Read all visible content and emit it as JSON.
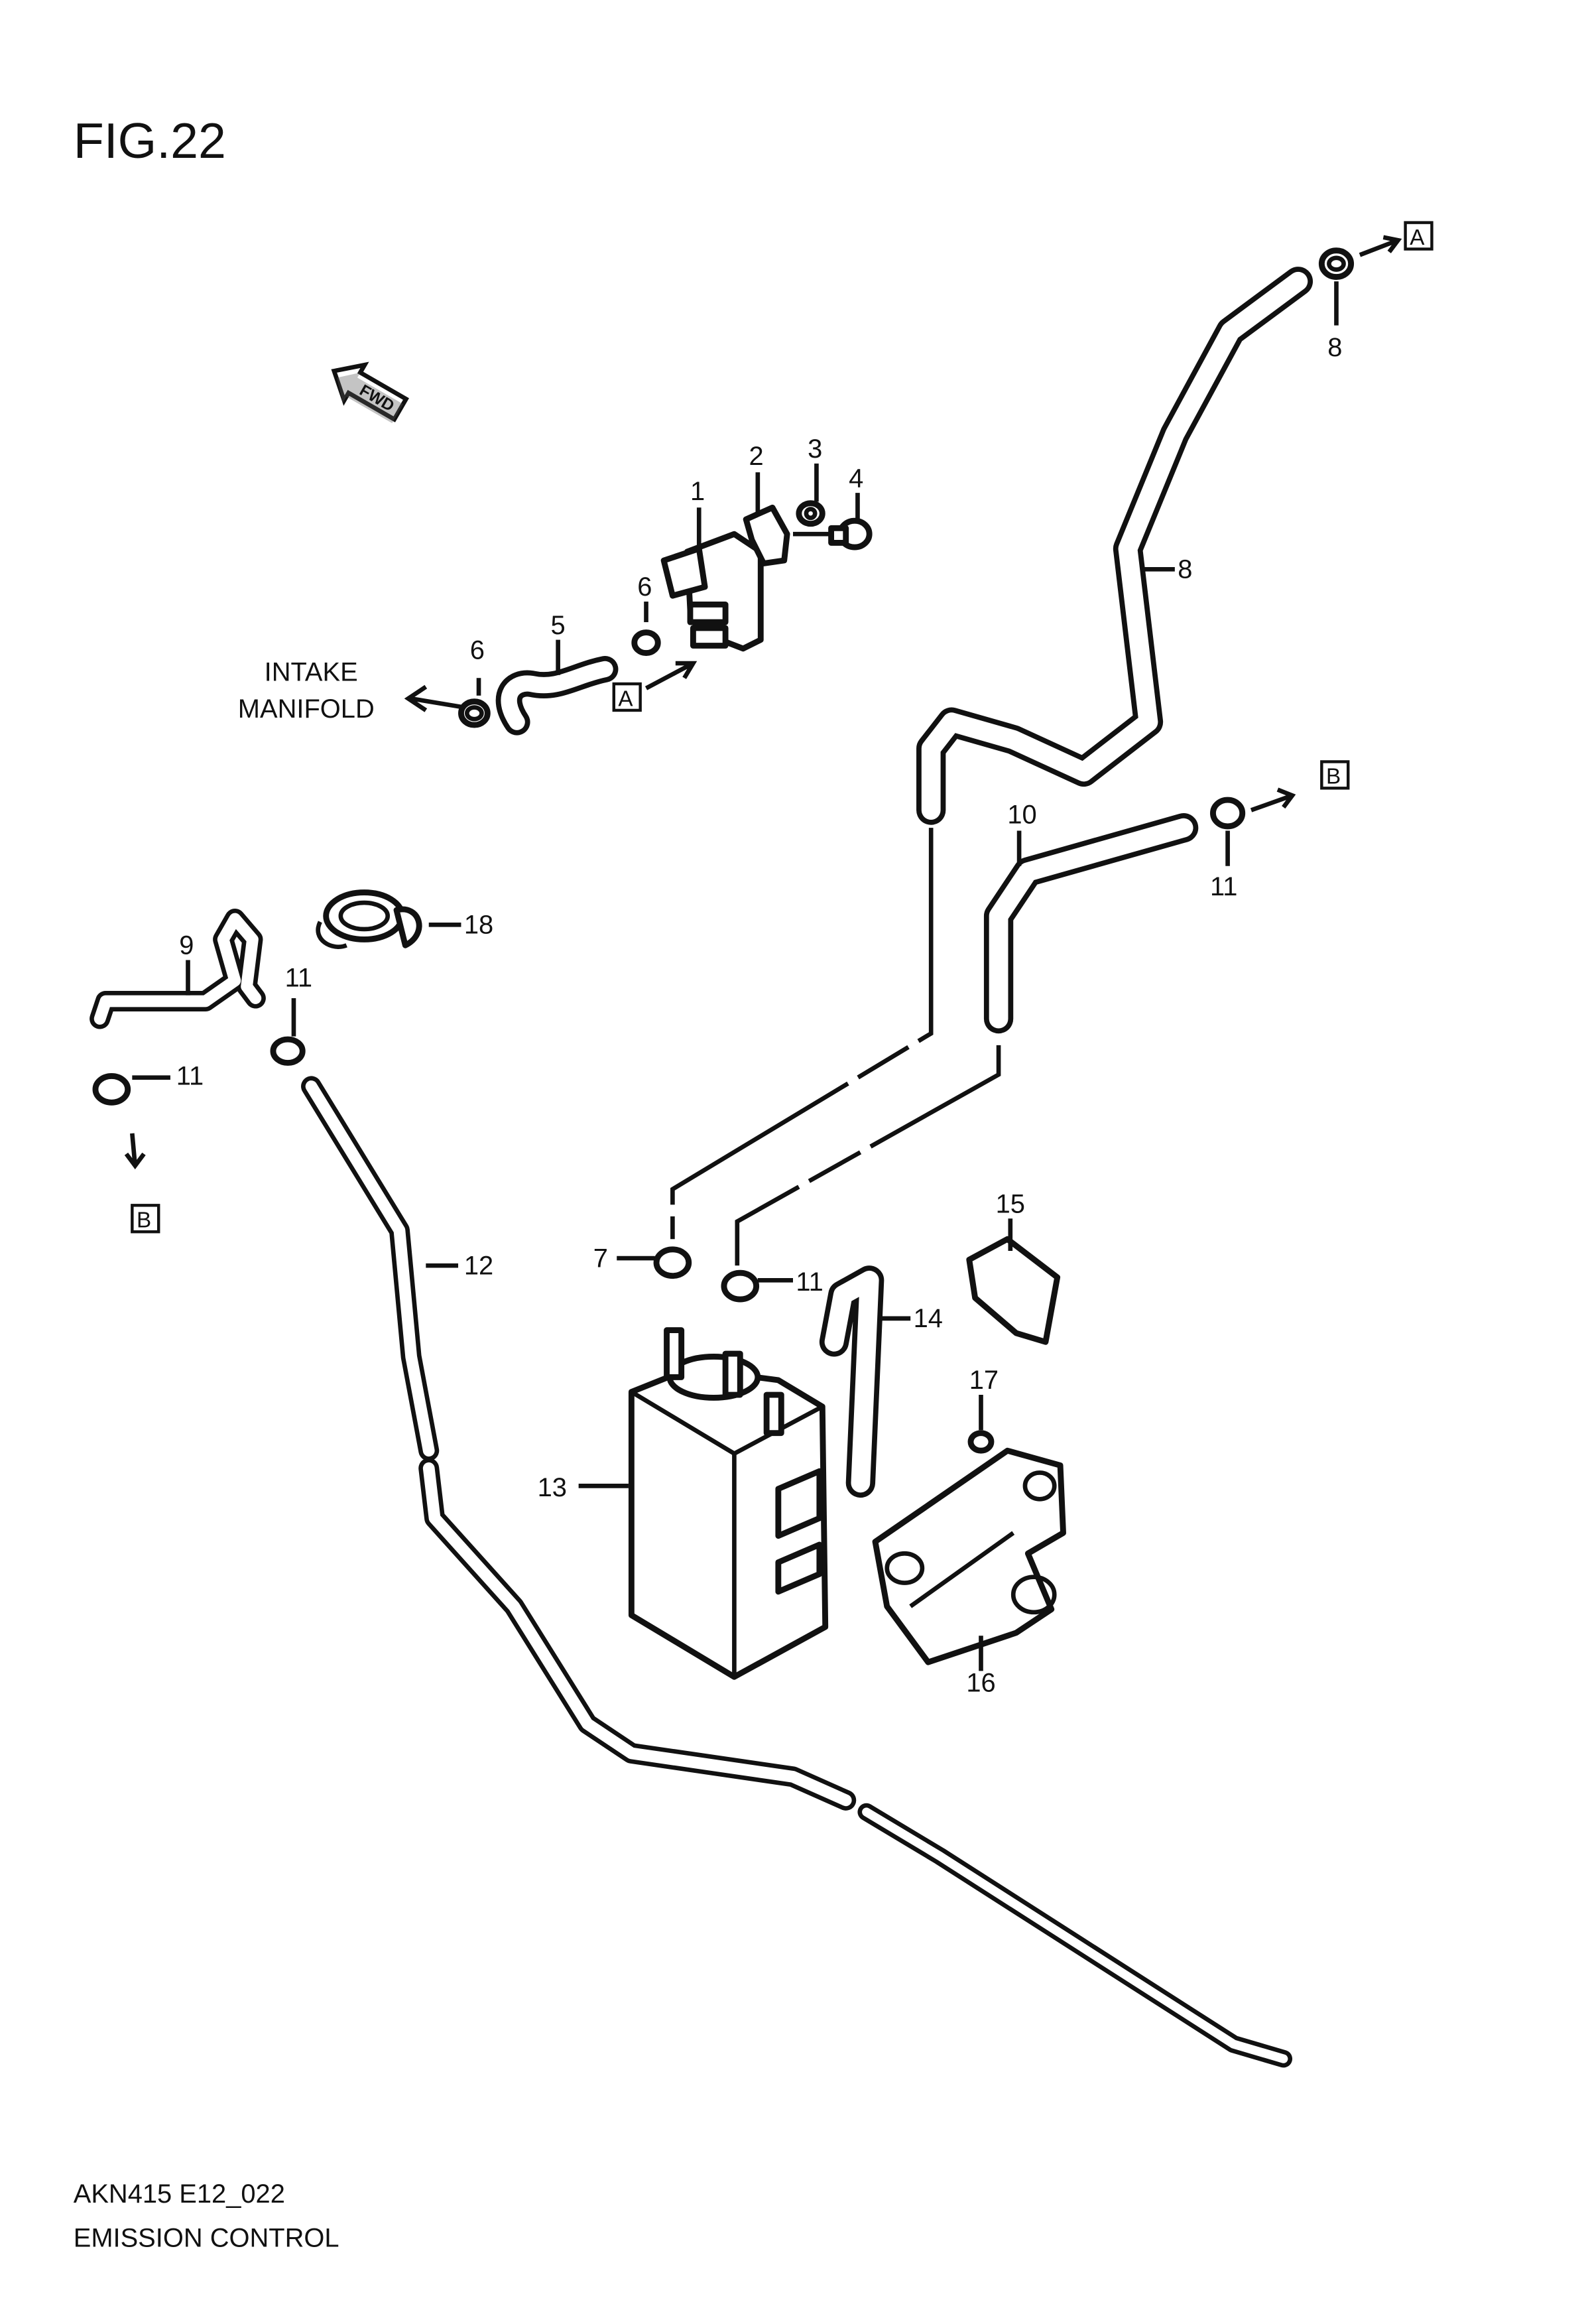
{
  "title": "FIG.22",
  "fwd_label": "FWD",
  "intake_label_line1": "INTAKE",
  "intake_label_line2": "MANIFOLD",
  "ref_a": "A",
  "ref_b": "B",
  "callouts": [
    "1",
    "2",
    "3",
    "4",
    "5",
    "6",
    "6",
    "7",
    "8",
    "8",
    "9",
    "10",
    "11",
    "11",
    "11",
    "11",
    "12",
    "13",
    "14",
    "15",
    "16",
    "17",
    "18"
  ],
  "footer": {
    "code": "AKN415 E12_022",
    "name": "EMISSION CONTROL"
  }
}
